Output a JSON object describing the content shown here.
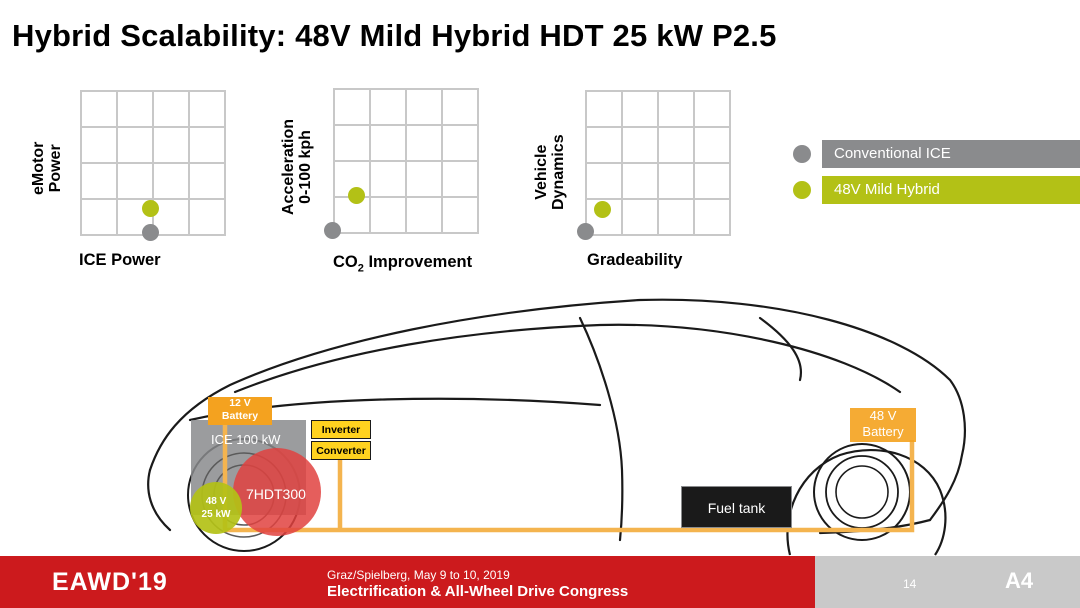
{
  "title": "Hybrid Scalability: 48V Mild Hybrid HDT 25 kW P2.5",
  "charts": [
    {
      "ylabel_line1": "eMotor",
      "ylabel_line2": "Power",
      "xlabel": "ICE Power"
    },
    {
      "ylabel_line1": "Acceleration",
      "ylabel_line2": "0-100 kph",
      "xlabel_main": "CO",
      "xlabel_sub": "2",
      "xlabel_rest": " Improvement"
    },
    {
      "ylabel_line1": "Vehicle",
      "ylabel_line2": "Dynamics",
      "xlabel": "Gradeability"
    }
  ],
  "legend": {
    "items": [
      {
        "label": "Conventional ICE",
        "color": "#8a8b8d",
        "bar_color": "#8a8b8d"
      },
      {
        "label": "48V Mild Hybrid",
        "color": "#b3c116",
        "bar_color": "#b3c116"
      }
    ]
  },
  "diagram": {
    "battery12_line1": "12 V",
    "battery12_line2": "Battery",
    "ice": "ICE 100 kW",
    "inverter": "Inverter",
    "converter": "Converter",
    "transmission": "7HDT300",
    "motor_line1": "48 V",
    "motor_line2": "25 kW",
    "fuel_tank": "Fuel tank",
    "battery48_line1": "48 V",
    "battery48_line2": "Battery",
    "orange": "#f4a21f",
    "yellow": "#ffd21f"
  },
  "footer": {
    "logo": "EAWD'19",
    "location_date": "Graz/Spielberg, May 9 to 10, 2019",
    "event": "Electrification & All-Wheel Drive Congress",
    "page": "14",
    "right_logo": "A4"
  }
}
